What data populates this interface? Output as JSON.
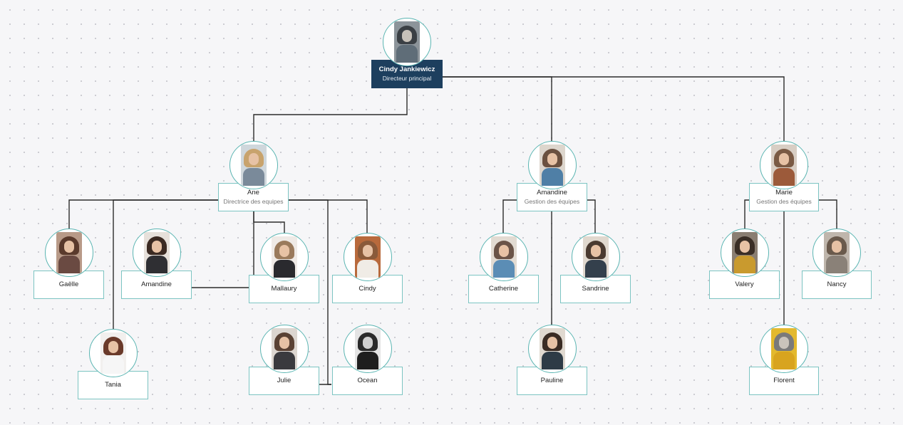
{
  "root": {
    "name": "Cindy Jankiewicz",
    "role": "Directeur principal"
  },
  "managers": [
    {
      "name": "Ane",
      "role": "Directrice des equipes"
    },
    {
      "name": "Amandine",
      "role": "Gestion des équipes"
    },
    {
      "name": "Marie",
      "role": "Gestion des équipes"
    }
  ],
  "team_ane": [
    {
      "name": "Gaëlle"
    },
    {
      "name": "Amandine"
    },
    {
      "name": "Mallaury"
    },
    {
      "name": "Cindy"
    },
    {
      "name": "Tania"
    },
    {
      "name": "Julie"
    },
    {
      "name": "Ocean"
    }
  ],
  "team_amandine": [
    {
      "name": "Catherine"
    },
    {
      "name": "Sandrine"
    },
    {
      "name": "Pauline"
    }
  ],
  "team_marie": [
    {
      "name": "Valery"
    },
    {
      "name": "Nancy"
    },
    {
      "name": "Florent"
    }
  ],
  "colors": {
    "root_fill": "#1d3f5e",
    "card_border": "#7cc4c2",
    "connector": "#2b2b2b"
  }
}
